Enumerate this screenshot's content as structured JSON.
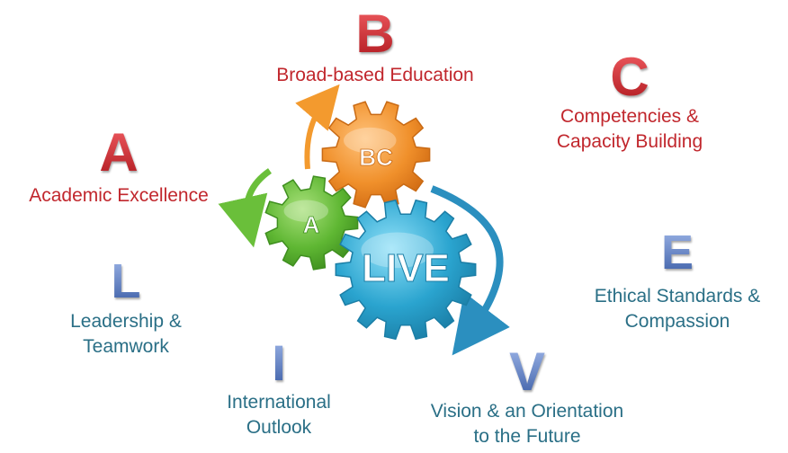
{
  "gears": {
    "small": "A",
    "medium": "BC",
    "large": "LIVE"
  },
  "pillars": {
    "a": {
      "letter": "A",
      "text": "Academic Excellence"
    },
    "b": {
      "letter": "B",
      "text": "Broad-based Education"
    },
    "c": {
      "letter": "C",
      "line1": "Competencies &",
      "line2": "Capacity Building"
    },
    "e": {
      "letter": "E",
      "line1": "Ethical Standards &",
      "line2": "Compassion"
    },
    "l": {
      "letter": "L",
      "line1": "Leadership &",
      "line2": "Teamwork"
    },
    "i": {
      "letter": "I",
      "line1": "International",
      "line2": "Outlook"
    },
    "v": {
      "letter": "V",
      "line1": "Vision & an Orientation",
      "line2": "to the Future"
    }
  },
  "colors": {
    "red": "#c1272d",
    "blue_text": "#2a6f86",
    "blue_letter": "#3c5ea8",
    "gear_green": "#5fb733",
    "gear_orange": "#f0902b",
    "gear_blue": "#2aa4cf",
    "arrow_orange": "#f39a2e",
    "arrow_green": "#6abf3a",
    "arrow_blue": "#2b8fbf"
  }
}
